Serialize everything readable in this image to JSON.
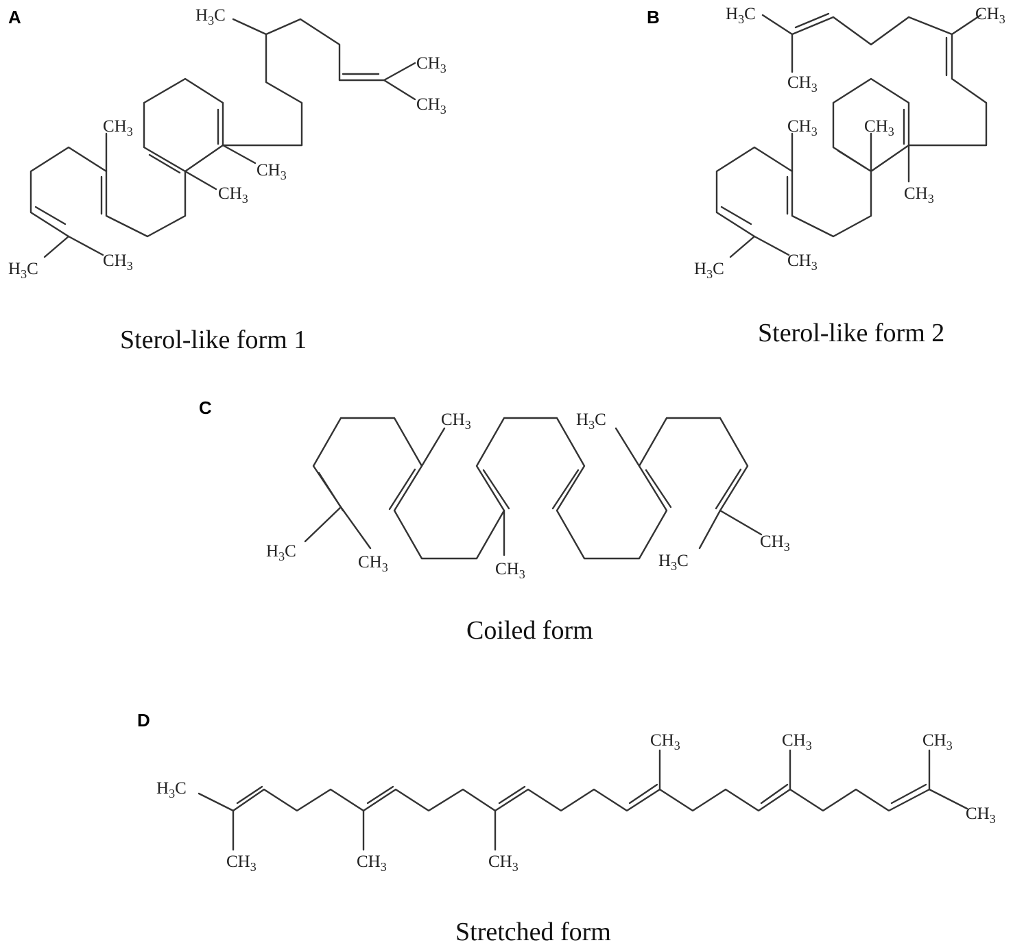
{
  "panels": [
    {
      "id": "A",
      "letter": "A",
      "caption": "Sterol-like form 1"
    },
    {
      "id": "B",
      "letter": "B",
      "caption": "Sterol-like form 2"
    },
    {
      "id": "C",
      "letter": "C",
      "caption": "Coiled form"
    },
    {
      "id": "D",
      "letter": "D",
      "caption": "Stretched form"
    }
  ],
  "atom_labels": {
    "methyl_right": "CH3",
    "methyl_left": "H3C"
  }
}
